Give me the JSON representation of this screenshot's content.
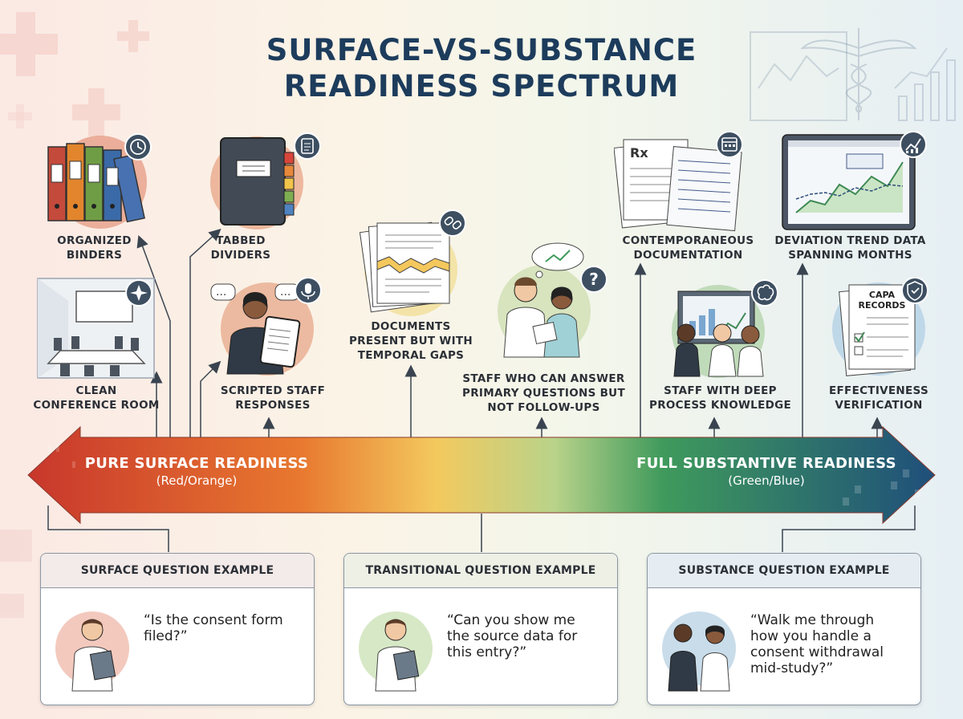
{
  "title": {
    "line1": "SURFACE-VS-SUBSTANCE",
    "line2": "READINESS SPECTRUM"
  },
  "spectrum": {
    "left_label": "PURE SURFACE READINESS",
    "left_sub": "(Red/Orange)",
    "right_label": "FULL SUBSTANTIVE READINESS",
    "right_sub": "(Green/Blue)",
    "colors": [
      "#c8372c",
      "#e8782f",
      "#f3c95e",
      "#b9d38a",
      "#3f9a5c",
      "#1f4f7a"
    ]
  },
  "indicators": {
    "organized_binders": {
      "line1": "ORGANIZED",
      "line2": "BINDERS",
      "icon": "clock-icon"
    },
    "tabbed_dividers": {
      "line1": "TABBED",
      "line2": "DIVIDERS",
      "icon": "clipboard-icon"
    },
    "clean_conference_room": {
      "line1": "CLEAN",
      "line2": "CONFERENCE ROOM",
      "icon": "sparkle-icon"
    },
    "scripted_staff_responses": {
      "line1": "SCRIPTED STAFF",
      "line2": "RESPONSES",
      "icon": "microphone-icon"
    },
    "documents_temporal_gaps": {
      "line1": "DOCUMENTS",
      "line2": "PRESENT BUT WITH",
      "line3": "TEMPORAL GAPS",
      "icon": "broken-link-icon"
    },
    "staff_primary_questions": {
      "line1": "STAFF WHO CAN ANSWER",
      "line2": "PRIMARY QUESTIONS BUT",
      "line3": "NOT FOLLOW-UPS",
      "icon": "question-icon"
    },
    "contemporaneous_documentation": {
      "line1": "CONTEMPORANEOUS",
      "line2": "DOCUMENTATION",
      "icon": "calendar-icon"
    },
    "deviation_trend_data": {
      "line1": "DEVIATION TREND DATA",
      "line2": "SPANNING MONTHS",
      "icon": "trend-chart-icon"
    },
    "staff_deep_knowledge": {
      "line1": "STAFF WITH DEEP",
      "line2": "PROCESS KNOWLEDGE",
      "icon": "brain-icon"
    },
    "effectiveness_verification": {
      "line1": "EFFECTIVENESS",
      "line2": "VERIFICATION",
      "icon": "shield-check-icon"
    }
  },
  "illustration_text": {
    "rx": "Rx",
    "capa_line1": "CAPA",
    "capa_line2": "RECORDS"
  },
  "examples": [
    {
      "header": "SURFACE QUESTION EXAMPLE",
      "quote_lines": [
        "“Is the consent form",
        "filed?”"
      ]
    },
    {
      "header": "TRANSITIONAL QUESTION EXAMPLE",
      "quote_lines": [
        "“Can you show me",
        "the source data for",
        "this entry?”"
      ]
    },
    {
      "header": "SUBSTANCE QUESTION EXAMPLE",
      "quote_lines": [
        "“Walk me through",
        "how you handle a",
        "consent withdrawal",
        "mid-study?”"
      ]
    }
  ]
}
